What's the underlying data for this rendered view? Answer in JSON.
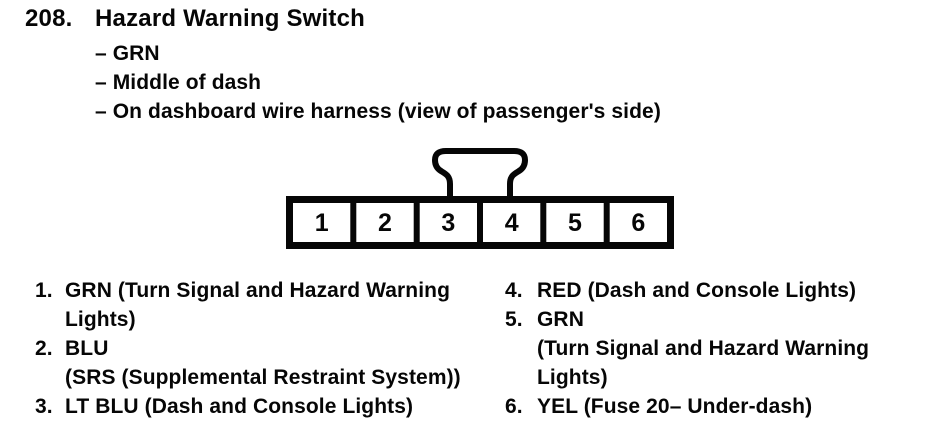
{
  "header": {
    "section_number": "208.",
    "title": "Hazard Warning Switch",
    "bullets": [
      "– GRN",
      "– Middle of dash",
      "– On dashboard wire harness (view of passenger's side)"
    ]
  },
  "connector": {
    "name": "Hazard Warning Switch connector",
    "pin_count": 6,
    "pins": [
      "1",
      "2",
      "3",
      "4",
      "5",
      "6"
    ]
  },
  "pin_legend": {
    "left": [
      {
        "num": "1.",
        "lines": [
          "GRN (Turn Signal and Hazard Warning",
          "Lights)"
        ]
      },
      {
        "num": "2.",
        "lines": [
          "BLU",
          "(SRS (Supplemental Restraint System))"
        ]
      },
      {
        "num": "3.",
        "lines": [
          "LT BLU (Dash and Console Lights)"
        ]
      }
    ],
    "right": [
      {
        "num": "4.",
        "lines": [
          "RED (Dash and Console Lights)"
        ]
      },
      {
        "num": "5.",
        "lines": [
          "GRN",
          "(Turn Signal and Hazard Warning",
          "Lights)"
        ]
      },
      {
        "num": "6.",
        "lines": [
          "YEL (Fuse 20– Under-dash)"
        ]
      }
    ]
  },
  "colors": {
    "ink": "#060606",
    "paper": "#ffffff"
  }
}
